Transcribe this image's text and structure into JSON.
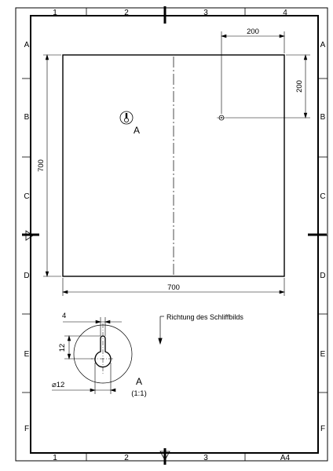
{
  "frame": {
    "column_labels_top": [
      "1",
      "2",
      "3",
      "4"
    ],
    "column_labels_bottom": [
      "1",
      "2",
      "3",
      "A4"
    ],
    "row_labels": [
      "A",
      "B",
      "C",
      "D",
      "E",
      "F"
    ]
  },
  "panel": {
    "width_label": "700",
    "height_label": "700",
    "hole_offset_x_label": "200",
    "hole_offset_y_label": "200",
    "keyhole_label": "A"
  },
  "detail": {
    "slot_width_label": "4",
    "slot_length_label": "12",
    "diameter_label": "⌀12",
    "title": "A",
    "scale": "(1:1)"
  },
  "note": {
    "grain_direction": "Richtung des Schliffbilds"
  }
}
